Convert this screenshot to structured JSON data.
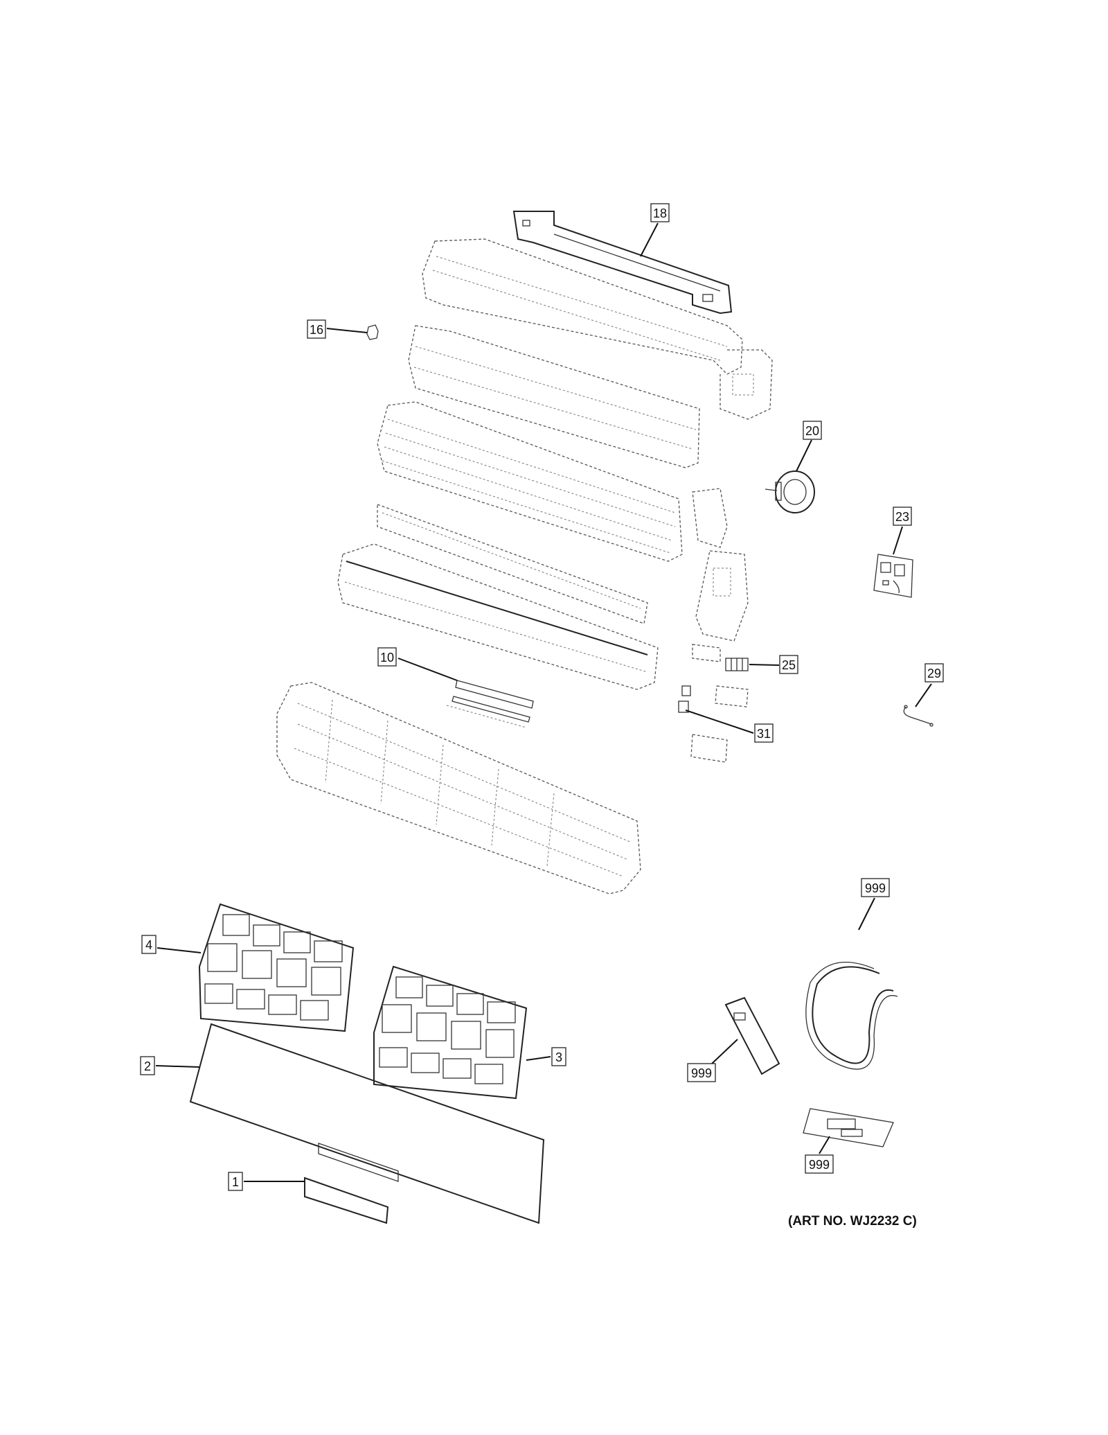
{
  "callouts": [
    {
      "id": "c18",
      "label": "18"
    },
    {
      "id": "c16",
      "label": "16"
    },
    {
      "id": "c20",
      "label": "20"
    },
    {
      "id": "c23",
      "label": "23"
    },
    {
      "id": "c25",
      "label": "25"
    },
    {
      "id": "c10",
      "label": "10"
    },
    {
      "id": "c29",
      "label": "29"
    },
    {
      "id": "c31",
      "label": "31"
    },
    {
      "id": "c999a",
      "label": "999"
    },
    {
      "id": "c4",
      "label": "4"
    },
    {
      "id": "c3",
      "label": "3"
    },
    {
      "id": "c2",
      "label": "2"
    },
    {
      "id": "c999b",
      "label": "999"
    },
    {
      "id": "c1",
      "label": "1"
    },
    {
      "id": "c999c",
      "label": "999"
    }
  ],
  "art_number": "(ART NO. WJ2232 C)",
  "colors": {
    "line": "#222222",
    "dashed": "#555555",
    "background": "#ffffff"
  }
}
